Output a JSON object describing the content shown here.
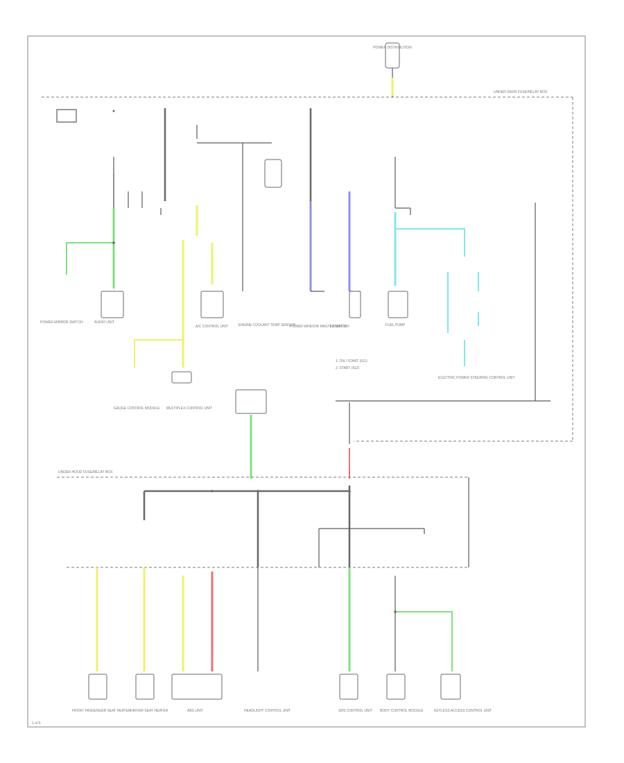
{
  "colors": {
    "green": "#7fe07f",
    "yellow": "#f2f06a",
    "blue": "#8f8ff0",
    "cyan": "#7fe8ee",
    "red": "#f07070",
    "line": "#5a5a5a"
  },
  "labels": {
    "top_relay": "POWER DISTRIBUTION",
    "right_block": "UNDER-DASH FUSE/RELAY BOX",
    "left_block": "UNDER-HOOD FUSE/RELAY BOX",
    "legend_1": "1: ON / START (IG1)",
    "legend_2": "2: START (IG2)",
    "page_ref": "1 of 6"
  },
  "components_top": [
    "POWER MIRROR SWITCH",
    "AUDIO UNIT",
    "A/C CONTROL UNIT",
    "POWER WINDOW MASTER SWITCH",
    "ECM/PCM",
    "GAUGE CONTROL MODULE",
    "MULTIPLEX CONTROL UNIT",
    "ELECTRIC POWER STEERING CONTROL UNIT",
    "FUEL PUMP",
    "ENGINE COOLANT TEMP SENSOR"
  ],
  "components_bottom": [
    "FRONT PASSENGER SEAT HEATER",
    "DRIVER SEAT HEATER",
    "ABS UNIT",
    "HEADLIGHT CONTROL UNIT",
    "SRS CONTROL UNIT",
    "BODY CONTROL MODULE",
    "KEYLESS ACCESS CONTROL UNIT"
  ]
}
